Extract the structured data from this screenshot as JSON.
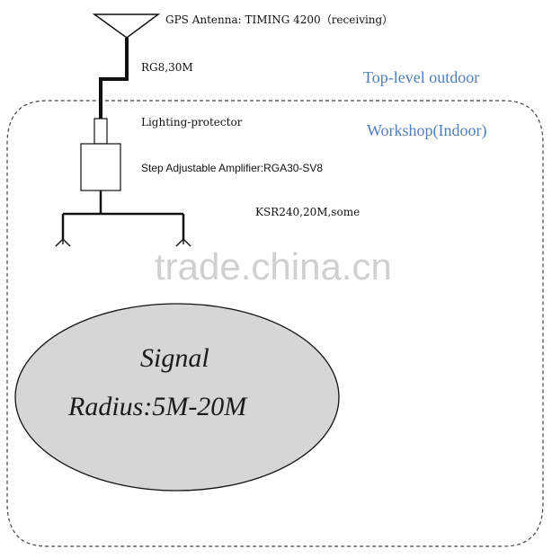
{
  "labels": {
    "gps_antenna": "GPS Antenna: TIMING 4200（receiving）",
    "cable_rg8": "RG8,30M",
    "lighting_protector": "Lighting-protector",
    "amplifier": "Step Adjustable Amplifier:RGA30-SV8",
    "cable_ksr": "KSR240,20M,some",
    "top_level": "Top-level outdoor",
    "workshop": "Workshop(Indoor)",
    "signal": "Signal",
    "radius": "Radius:5M-20M",
    "watermark": "trade.china.cn"
  },
  "colors": {
    "zone_label": "#4f7fb8",
    "ellipse_fill": "#d6d6d6",
    "line": "#111111"
  }
}
